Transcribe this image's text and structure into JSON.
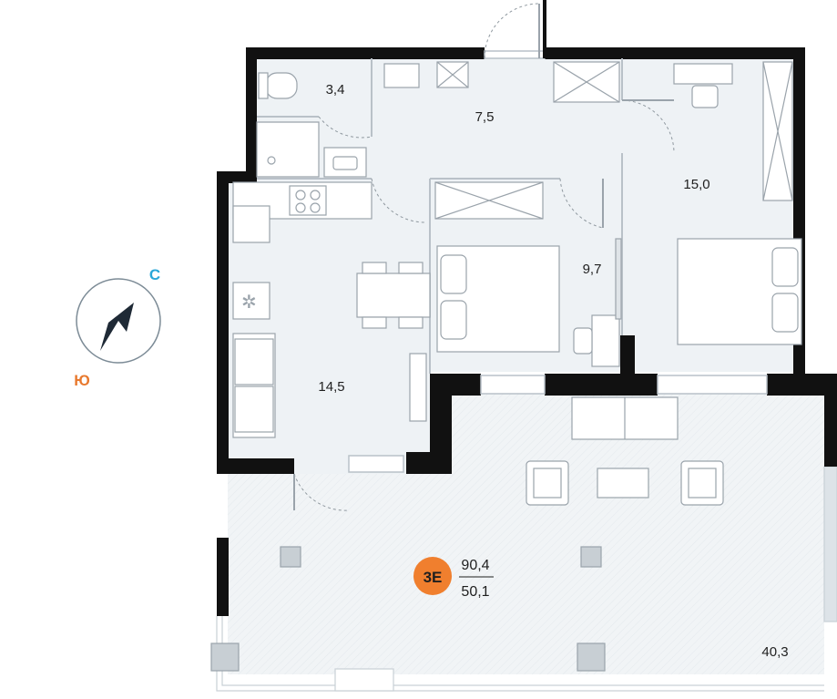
{
  "compass": {
    "north_label": "С",
    "south_label": "Ю",
    "north_color": "#2aa7d8",
    "south_color": "#e8792e",
    "needle_color": "#1f2a36"
  },
  "rooms": [
    {
      "id": "bathroom",
      "area": "3,4"
    },
    {
      "id": "hallway",
      "area": "7,5"
    },
    {
      "id": "bedroom-large",
      "area": "15,0"
    },
    {
      "id": "bedroom-small",
      "area": "9,7"
    },
    {
      "id": "kitchen-living",
      "area": "14,5"
    },
    {
      "id": "terrace",
      "area": "40,3"
    }
  ],
  "unit": {
    "code": "3Е",
    "total_area": "90,4",
    "living_area": "50,1",
    "badge_color": "#f07f2e"
  },
  "colors": {
    "wall": "#111111",
    "floor": "#eef2f5",
    "terrace_floor": "#f1f4f6",
    "furniture_stroke": "#9aa3ab"
  }
}
